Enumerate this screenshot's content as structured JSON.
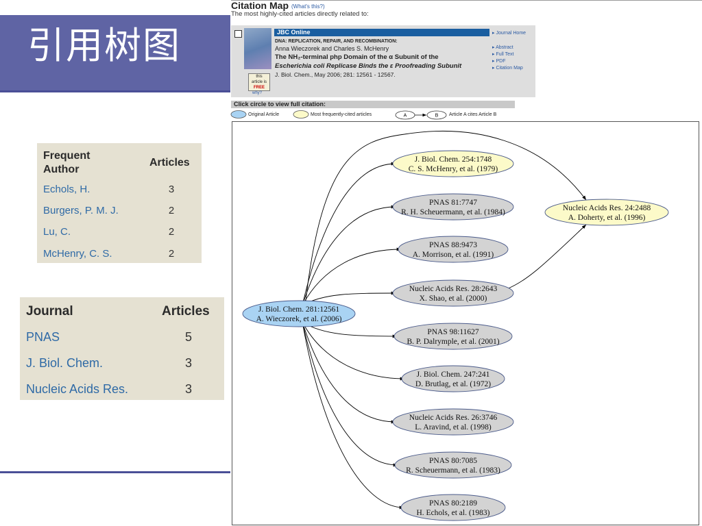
{
  "slide": {
    "title": "引用树图"
  },
  "frequent_authors": {
    "header_left": "Frequent\nAuthor",
    "header_right": "Articles",
    "rows": [
      {
        "name": "Echols, H.",
        "count": "3"
      },
      {
        "name": "Burgers, P. M. J.",
        "count": "2"
      },
      {
        "name": "Lu, C.",
        "count": "2"
      },
      {
        "name": "McHenry, C. S.",
        "count": "2"
      }
    ]
  },
  "journals": {
    "header_left": "Journal",
    "header_right": "Articles",
    "rows": [
      {
        "name": "PNAS",
        "count": "5"
      },
      {
        "name": "J. Biol. Chem.",
        "count": "3"
      },
      {
        "name": "Nucleic Acids Res.",
        "count": "3"
      }
    ]
  },
  "citation_map": {
    "title": "Citation Map",
    "whats_this": "(What's this?)",
    "subtitle": "The most highly-cited articles directly related to:",
    "source": "JBC Online",
    "section": "DNA: REPLICATION, REPAIR, AND RECOMBINATION:",
    "authors": "Anna Wieczorek and Charles S. McHenry",
    "title_line1": "The NH₂-terminal php Domain of the α Subunit of the",
    "title_line2": "Escherichia coli Replicase Binds the ε Proofreading Subunit",
    "citation": "J. Biol. Chem., May 2006; 281: 12561 - 12567.",
    "badge_line1": "this",
    "badge_line2": "article is",
    "badge_free": "FREE",
    "why": "why?",
    "links": [
      "Journal Home",
      "Abstract",
      "Full Text",
      "PDF",
      "Citation Map"
    ],
    "instruction": "Click circle to view full citation:",
    "legend": {
      "original": "Original Article",
      "frequent": "Most frequently-cited articles",
      "node_a": "A",
      "node_b": "B",
      "cites": "Article A cites Article B"
    },
    "colors": {
      "original": "#a9d3f3",
      "frequent": "#fcfac9",
      "other": "#d3d3d3",
      "jbc_bar": "#1a5ea0"
    }
  },
  "graph": {
    "nodes": [
      {
        "id": "orig",
        "kind": "original",
        "line1": "J. Biol. Chem. 281:12561",
        "line2": "A. Wieczorek, et al. (2006)"
      },
      {
        "id": "n1",
        "kind": "frequent",
        "line1": "J. Biol. Chem. 254:1748",
        "line2": "C. S. McHenry, et al. (1979)"
      },
      {
        "id": "n2",
        "kind": "other",
        "line1": "PNAS 81:7747",
        "line2": "R. H. Scheuermann, et al. (1984)"
      },
      {
        "id": "n3",
        "kind": "other",
        "line1": "PNAS 88:9473",
        "line2": "A. Morrison, et al. (1991)"
      },
      {
        "id": "n4",
        "kind": "other",
        "line1": "Nucleic Acids Res. 28:2643",
        "line2": "X. Shao, et al. (2000)"
      },
      {
        "id": "n5",
        "kind": "other",
        "line1": "PNAS 98:11627",
        "line2": "B. P. Dalrymple, et al. (2001)"
      },
      {
        "id": "n6",
        "kind": "other",
        "line1": "J. Biol. Chem. 247:241",
        "line2": "D. Brutlag, et al. (1972)"
      },
      {
        "id": "n7",
        "kind": "other",
        "line1": "Nucleic Acids Res. 26:3746",
        "line2": "L. Aravind, et al. (1998)"
      },
      {
        "id": "n8",
        "kind": "other",
        "line1": "PNAS 80:7085",
        "line2": "R. Scheuermann, et al. (1983)"
      },
      {
        "id": "n9",
        "kind": "other",
        "line1": "PNAS 80:2189",
        "line2": "H. Echols, et al. (1983)"
      },
      {
        "id": "n10",
        "kind": "frequent",
        "line1": "Nucleic Acids Res. 24:2488",
        "line2": "A. Doherty, et al. (1996)"
      }
    ],
    "edges": [
      [
        "orig",
        "n1"
      ],
      [
        "orig",
        "n2"
      ],
      [
        "orig",
        "n3"
      ],
      [
        "orig",
        "n4"
      ],
      [
        "orig",
        "n5"
      ],
      [
        "orig",
        "n6"
      ],
      [
        "orig",
        "n7"
      ],
      [
        "orig",
        "n8"
      ],
      [
        "orig",
        "n9"
      ],
      [
        "orig",
        "n10"
      ],
      [
        "n4",
        "n10"
      ]
    ]
  }
}
